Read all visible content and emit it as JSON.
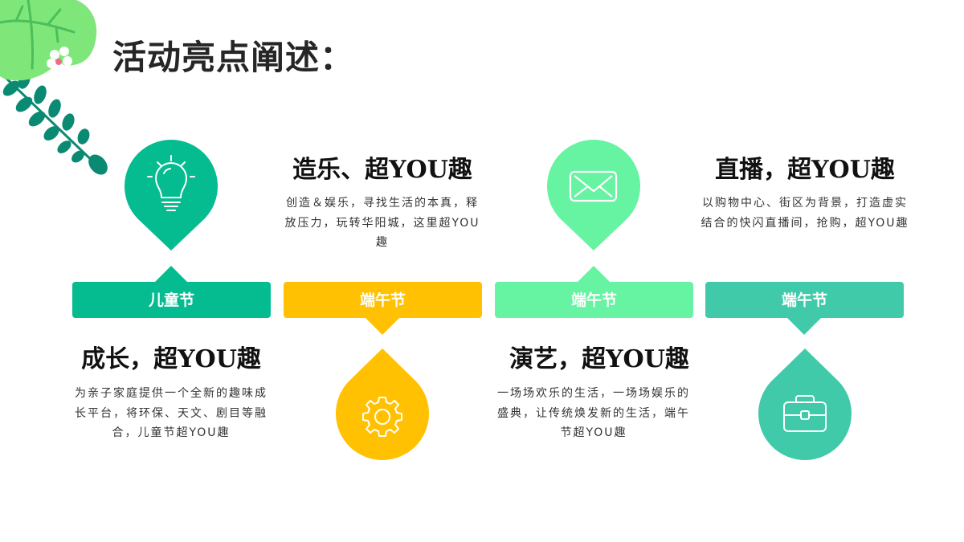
{
  "title": "活动亮点阐述：",
  "colors": {
    "green": "#05BC90",
    "yellow": "#FFC102",
    "light_green": "#66F3A2",
    "teal": "#40CAA9"
  },
  "items": [
    {
      "banner": "儿童节",
      "icon": "lightbulb-icon",
      "heading": "成长，超YOU趣",
      "description": "为亲子家庭提供一个全新的趣味成长平台，将环保、天文、剧目等融合，儿童节超YOU趣"
    },
    {
      "banner": "端午节",
      "icon": "gear-icon",
      "heading": "造乐、超YOU趣",
      "description": "创造＆娱乐，寻找生活的本真，释放压力，玩转华阳城，这里超YOU趣"
    },
    {
      "banner": "端午节",
      "icon": "envelope-icon",
      "heading": "演艺，超YOU趣",
      "description": "一场场欢乐的生活，一场场娱乐的盛典，让传统焕发新的生活，端午节超YOU趣"
    },
    {
      "banner": "端午节",
      "icon": "briefcase-icon",
      "heading": "直播，超YOU趣",
      "description": "以购物中心、街区为背景，打造虚实结合的快闪直播间，抢购，超YOU趣"
    }
  ]
}
